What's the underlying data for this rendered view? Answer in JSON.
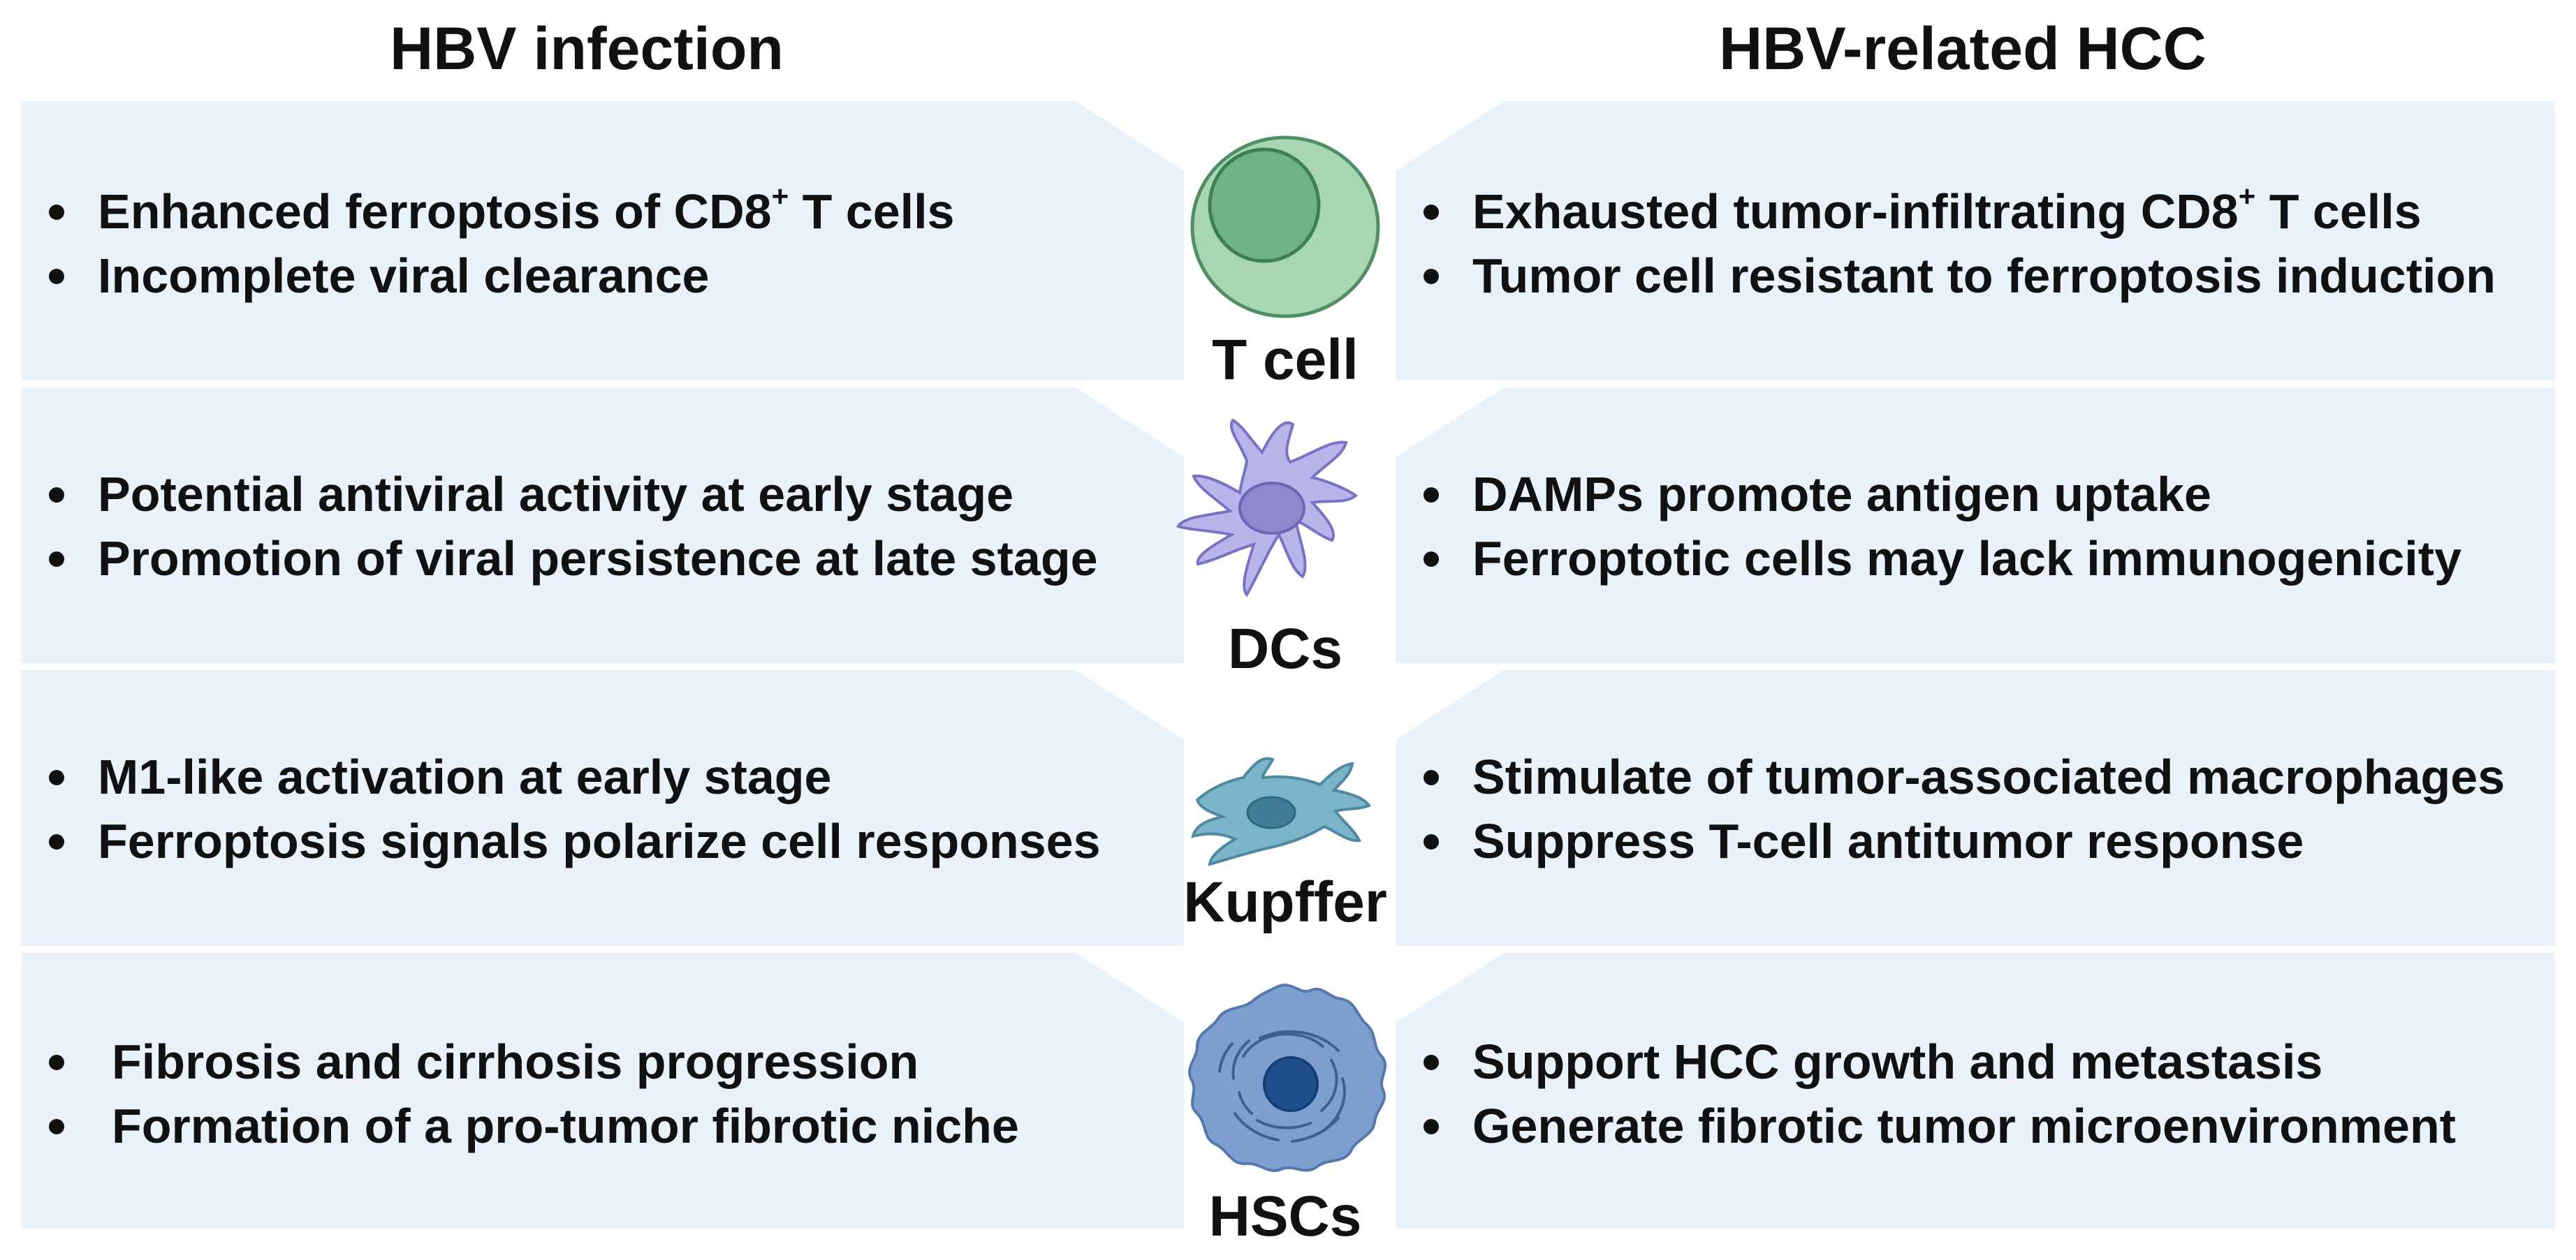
{
  "headers": {
    "left": "HBV infection",
    "right": "HBV-related HCC"
  },
  "rows": [
    {
      "cell": "T cell",
      "icon": "t-cell-icon",
      "left": [
        {
          "pre": "Enhanced ferroptosis of CD8",
          "sup": "+",
          "post": " T cells"
        },
        {
          "pre": "Incomplete viral clearance",
          "sup": "",
          "post": ""
        }
      ],
      "right": [
        {
          "pre": "Exhausted tumor-infiltrating CD8",
          "sup": "+",
          "post": " T cells"
        },
        {
          "pre": "Tumor cell resistant to ferroptosis induction",
          "sup": "",
          "post": ""
        }
      ]
    },
    {
      "cell": "DCs",
      "icon": "dendritic-cell-icon",
      "left": [
        {
          "pre": "Potential antiviral activity at early stage",
          "sup": "",
          "post": ""
        },
        {
          "pre": "Promotion of viral persistence at late stage",
          "sup": "",
          "post": ""
        }
      ],
      "right": [
        {
          "pre": "DAMPs promote antigen uptake",
          "sup": "",
          "post": ""
        },
        {
          "pre": "Ferroptotic cells may lack immunogenicity",
          "sup": "",
          "post": ""
        }
      ]
    },
    {
      "cell": "Kupffer",
      "icon": "kupffer-cell-icon",
      "left": [
        {
          "pre": "M1-like activation at early stage",
          "sup": "",
          "post": ""
        },
        {
          "pre": "Ferroptosis signals polarize cell responses",
          "sup": "",
          "post": ""
        }
      ],
      "right": [
        {
          "pre": "Stimulate of tumor-associated macrophages",
          "sup": "",
          "post": ""
        },
        {
          "pre": "Suppress T-cell antitumor response",
          "sup": "",
          "post": ""
        }
      ]
    },
    {
      "cell": "HSCs",
      "icon": "hepatic-stellate-cell-icon",
      "left": [
        {
          "pre": "Fibrosis and cirrhosis progression",
          "sup": "",
          "post": ""
        },
        {
          "pre": "Formation of a pro-tumor fibrotic niche",
          "sup": "",
          "post": ""
        }
      ],
      "right": [
        {
          "pre": "Support HCC growth and metastasis",
          "sup": "",
          "post": ""
        },
        {
          "pre": "Generate fibrotic tumor microenvironment",
          "sup": "",
          "post": ""
        }
      ]
    }
  ],
  "colors": {
    "panel_fill": "#e9f1fb",
    "t_cell_outer": "#a8d5b4",
    "t_cell_nucleus": "#6fb287",
    "dc_body": "#b9b5ea",
    "dc_nucleus": "#8f88cc",
    "kupffer_body": "#7bb4c8",
    "kupffer_nucleus": "#3f7d97",
    "hsc_body": "#7d9fd0",
    "hsc_nucleus": "#1f4f8c"
  }
}
